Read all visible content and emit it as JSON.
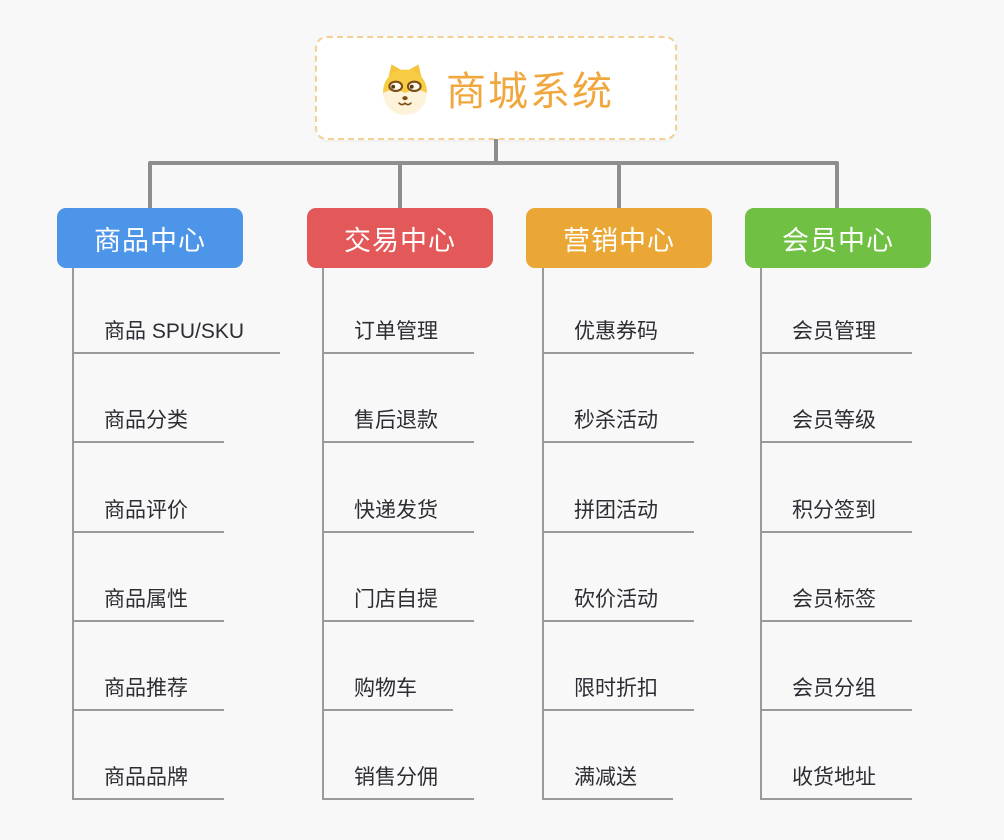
{
  "canvas": {
    "background": "#f8f8f8",
    "connector_color": "#8e8e8e",
    "underline_color": "#9a9a9a",
    "leaf_text_color": "#2d2d33"
  },
  "root": {
    "title": "商城系统",
    "icon": "shiba-dog-icon",
    "title_color": "#f0a73e",
    "border_color": "#f3d093"
  },
  "branches": [
    {
      "id": "product-center",
      "label": "商品中心",
      "color": "#4c95e8",
      "children": [
        "商品 SPU/SKU",
        "商品分类",
        "商品评价",
        "商品属性",
        "商品推荐",
        "商品品牌"
      ]
    },
    {
      "id": "trade-center",
      "label": "交易中心",
      "color": "#e35858",
      "children": [
        "订单管理",
        "售后退款",
        "快递发货",
        "门店自提",
        "购物车",
        "销售分佣"
      ]
    },
    {
      "id": "marketing-center",
      "label": "营销中心",
      "color": "#eaa735",
      "children": [
        "优惠券码",
        "秒杀活动",
        "拼团活动",
        "砍价活动",
        "限时折扣",
        "满减送"
      ]
    },
    {
      "id": "member-center",
      "label": "会员中心",
      "color": "#6fc043",
      "children": [
        "会员管理",
        "会员等级",
        "积分签到",
        "会员标签",
        "会员分组",
        "收货地址"
      ]
    }
  ]
}
